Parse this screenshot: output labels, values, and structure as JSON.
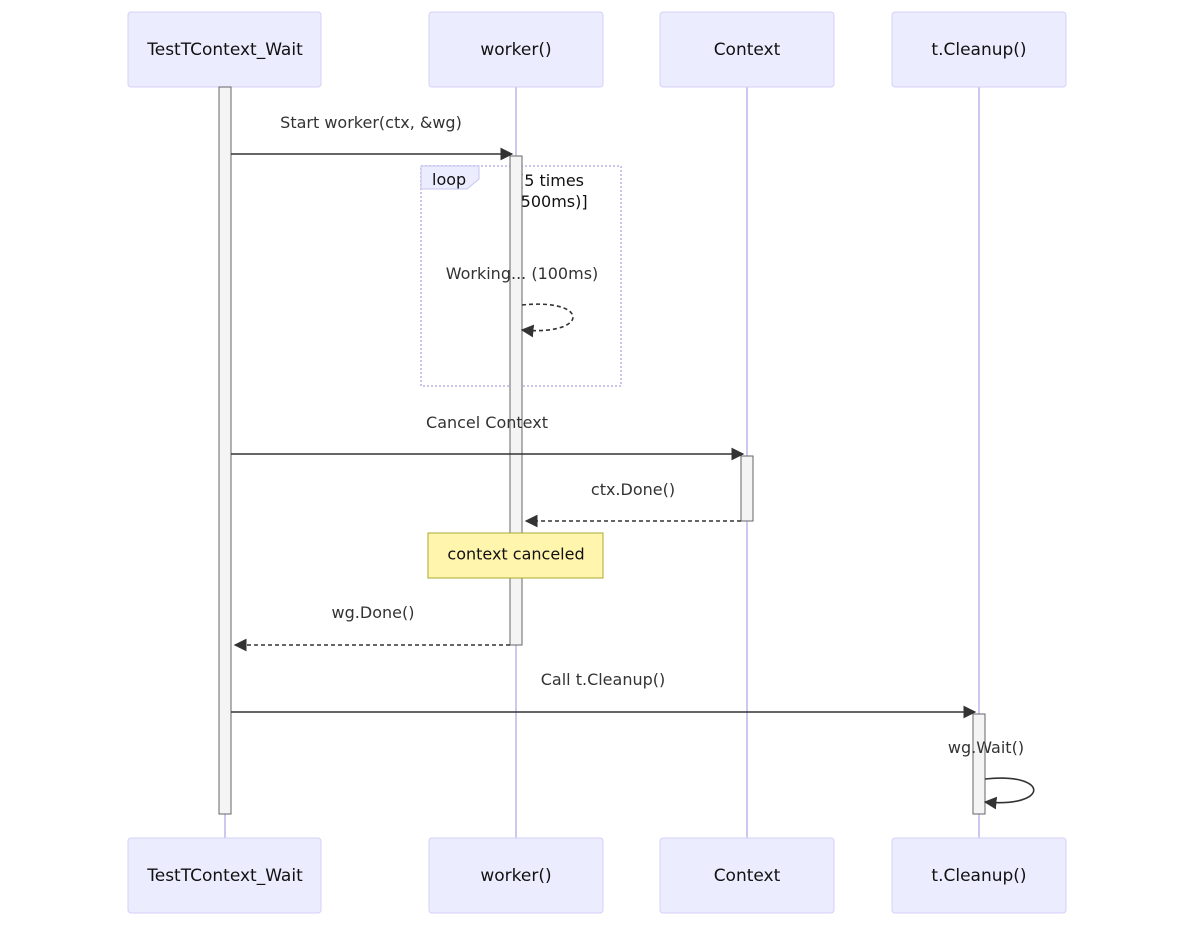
{
  "participants": [
    {
      "id": "p1",
      "label": "TestTContext_Wait"
    },
    {
      "id": "p2",
      "label": "worker()"
    },
    {
      "id": "p3",
      "label": "Context"
    },
    {
      "id": "p4",
      "label": "t.Cleanup()"
    }
  ],
  "messages": [
    {
      "label": "Start worker(ctx, &wg)",
      "from": "TestTContext_Wait",
      "to": "worker()",
      "style": "solid"
    },
    {
      "label": "Working... (100ms)",
      "from": "worker()",
      "to": "worker()",
      "style": "dashed"
    },
    {
      "label": "Cancel Context",
      "from": "TestTContext_Wait",
      "to": "Context",
      "style": "solid"
    },
    {
      "label": "ctx.Done()",
      "from": "Context",
      "to": "worker()",
      "style": "dashed"
    },
    {
      "label": "wg.Done()",
      "from": "worker()",
      "to": "TestTContext_Wait",
      "style": "dashed"
    },
    {
      "label": "Call t.Cleanup()",
      "from": "TestTContext_Wait",
      "to": "t.Cleanup()",
      "style": "solid"
    },
    {
      "label": "wg.Wait()",
      "from": "t.Cleanup()",
      "to": "t.Cleanup()",
      "style": "solid"
    }
  ],
  "loop": {
    "tag": "loop",
    "condition_line1": "[5 times",
    "condition_line2": "(500ms)]"
  },
  "note": {
    "text": "context canceled"
  },
  "colors": {
    "actor_fill": "#ececff",
    "actor_border": "#d4d1f5",
    "lifeline": "#ccc8f0",
    "note_fill": "#fff5ad",
    "note_border": "#aaaa33",
    "line": "#333333"
  }
}
